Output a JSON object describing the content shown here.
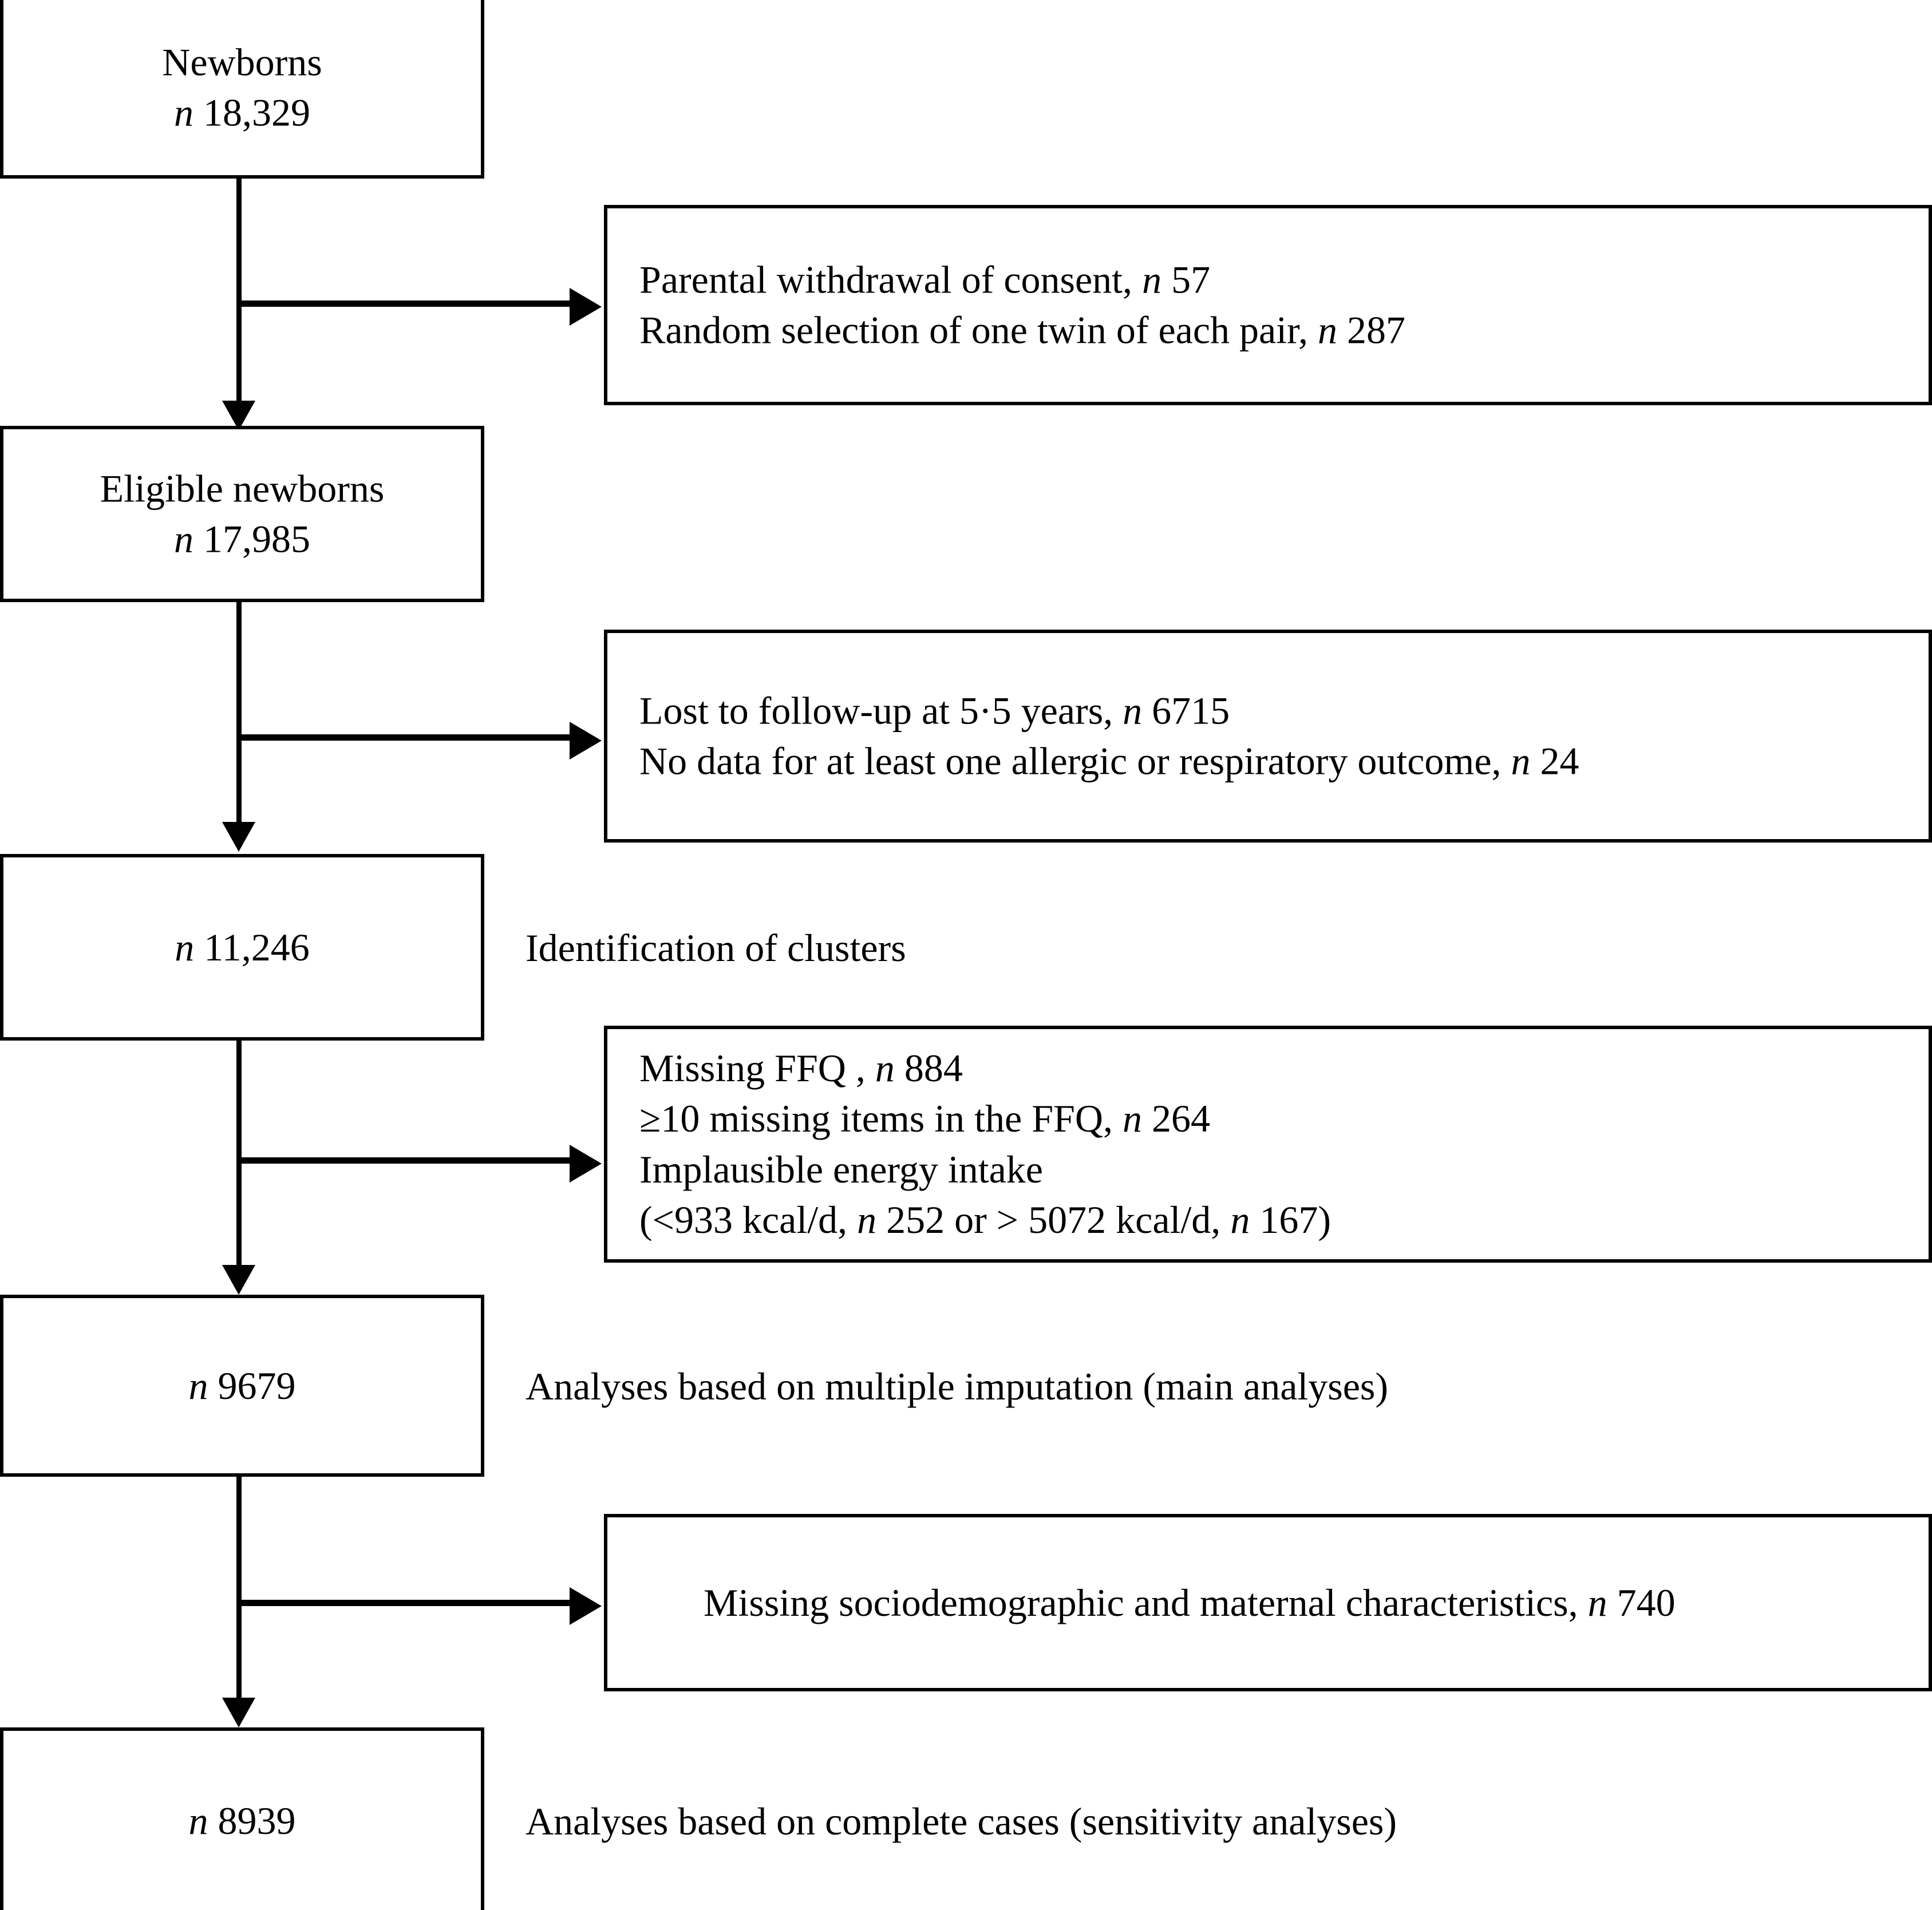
{
  "figure": {
    "type": "flowchart",
    "orientation": "top-to-bottom",
    "title": "Study participant flow diagram"
  },
  "main_boxes": [
    {
      "id": "newborns",
      "line1": "Newborns",
      "line2_prefix": "n",
      "line2_value": "18,329",
      "side_label": ""
    },
    {
      "id": "eligible-newborns",
      "line1": "Eligible newborns",
      "line2_prefix": "n",
      "line2_value": "17,985",
      "side_label": ""
    },
    {
      "id": "clusters",
      "line1": "",
      "line2_prefix": "n",
      "line2_value": "11,246",
      "side_label": "Identification of clusters"
    },
    {
      "id": "multiple-imputation",
      "line1": "",
      "line2_prefix": "n",
      "line2_value": "9679",
      "side_label": "Analyses based on multiple imputation (main analyses)"
    },
    {
      "id": "complete-cases",
      "line1": "",
      "line2_prefix": "n",
      "line2_value": "8939",
      "side_label": "Analyses based on complete cases (sensitivity analyses)"
    }
  ],
  "exclusion_boxes": [
    {
      "id": "exclusion-consent-twins",
      "lines": [
        [
          {
            "t": "Parental withdrawal of consent, ",
            "i": false
          },
          {
            "t": "n",
            "i": true
          },
          {
            "t": " 57",
            "i": false
          }
        ],
        [
          {
            "t": "Random selection of one twin of each pair, ",
            "i": false
          },
          {
            "t": "n",
            "i": true
          },
          {
            "t": " 287",
            "i": false
          }
        ]
      ]
    },
    {
      "id": "exclusion-lost-followup",
      "lines": [
        [
          {
            "t": "Lost to follow-up at 5·5 years, ",
            "i": false
          },
          {
            "t": "n",
            "i": true
          },
          {
            "t": " 6715",
            "i": false
          }
        ],
        [
          {
            "t": "No data for at least one allergic or respiratory outcome, ",
            "i": false
          },
          {
            "t": "n",
            "i": true
          },
          {
            "t": " 24",
            "i": false
          }
        ]
      ]
    },
    {
      "id": "exclusion-ffq",
      "lines": [
        [
          {
            "t": "Missing FFQ , ",
            "i": false
          },
          {
            "t": "n",
            "i": true
          },
          {
            "t": " 884",
            "i": false
          }
        ],
        [
          {
            "t": "≥10 missing items in the FFQ, ",
            "i": false
          },
          {
            "t": "n",
            "i": true
          },
          {
            "t": " 264",
            "i": false
          }
        ],
        [
          {
            "t": "Implausible energy intake",
            "i": false
          }
        ],
        [
          {
            "t": "(<933 kcal/d, ",
            "i": false
          },
          {
            "t": "n",
            "i": true
          },
          {
            "t": " 252 or > 5072 kcal/d, ",
            "i": false
          },
          {
            "t": "n",
            "i": true
          },
          {
            "t": " 167)",
            "i": false
          }
        ]
      ]
    },
    {
      "id": "exclusion-sociodemographic",
      "lines": [
        [
          {
            "t": "Missing sociodemographic and maternal characteristics, ",
            "i": false
          },
          {
            "t": "n",
            "i": true
          },
          {
            "t": " 740",
            "i": false
          }
        ]
      ]
    }
  ],
  "colors": {
    "stroke": "#000000",
    "background": "#ffffff",
    "text": "#000000"
  }
}
